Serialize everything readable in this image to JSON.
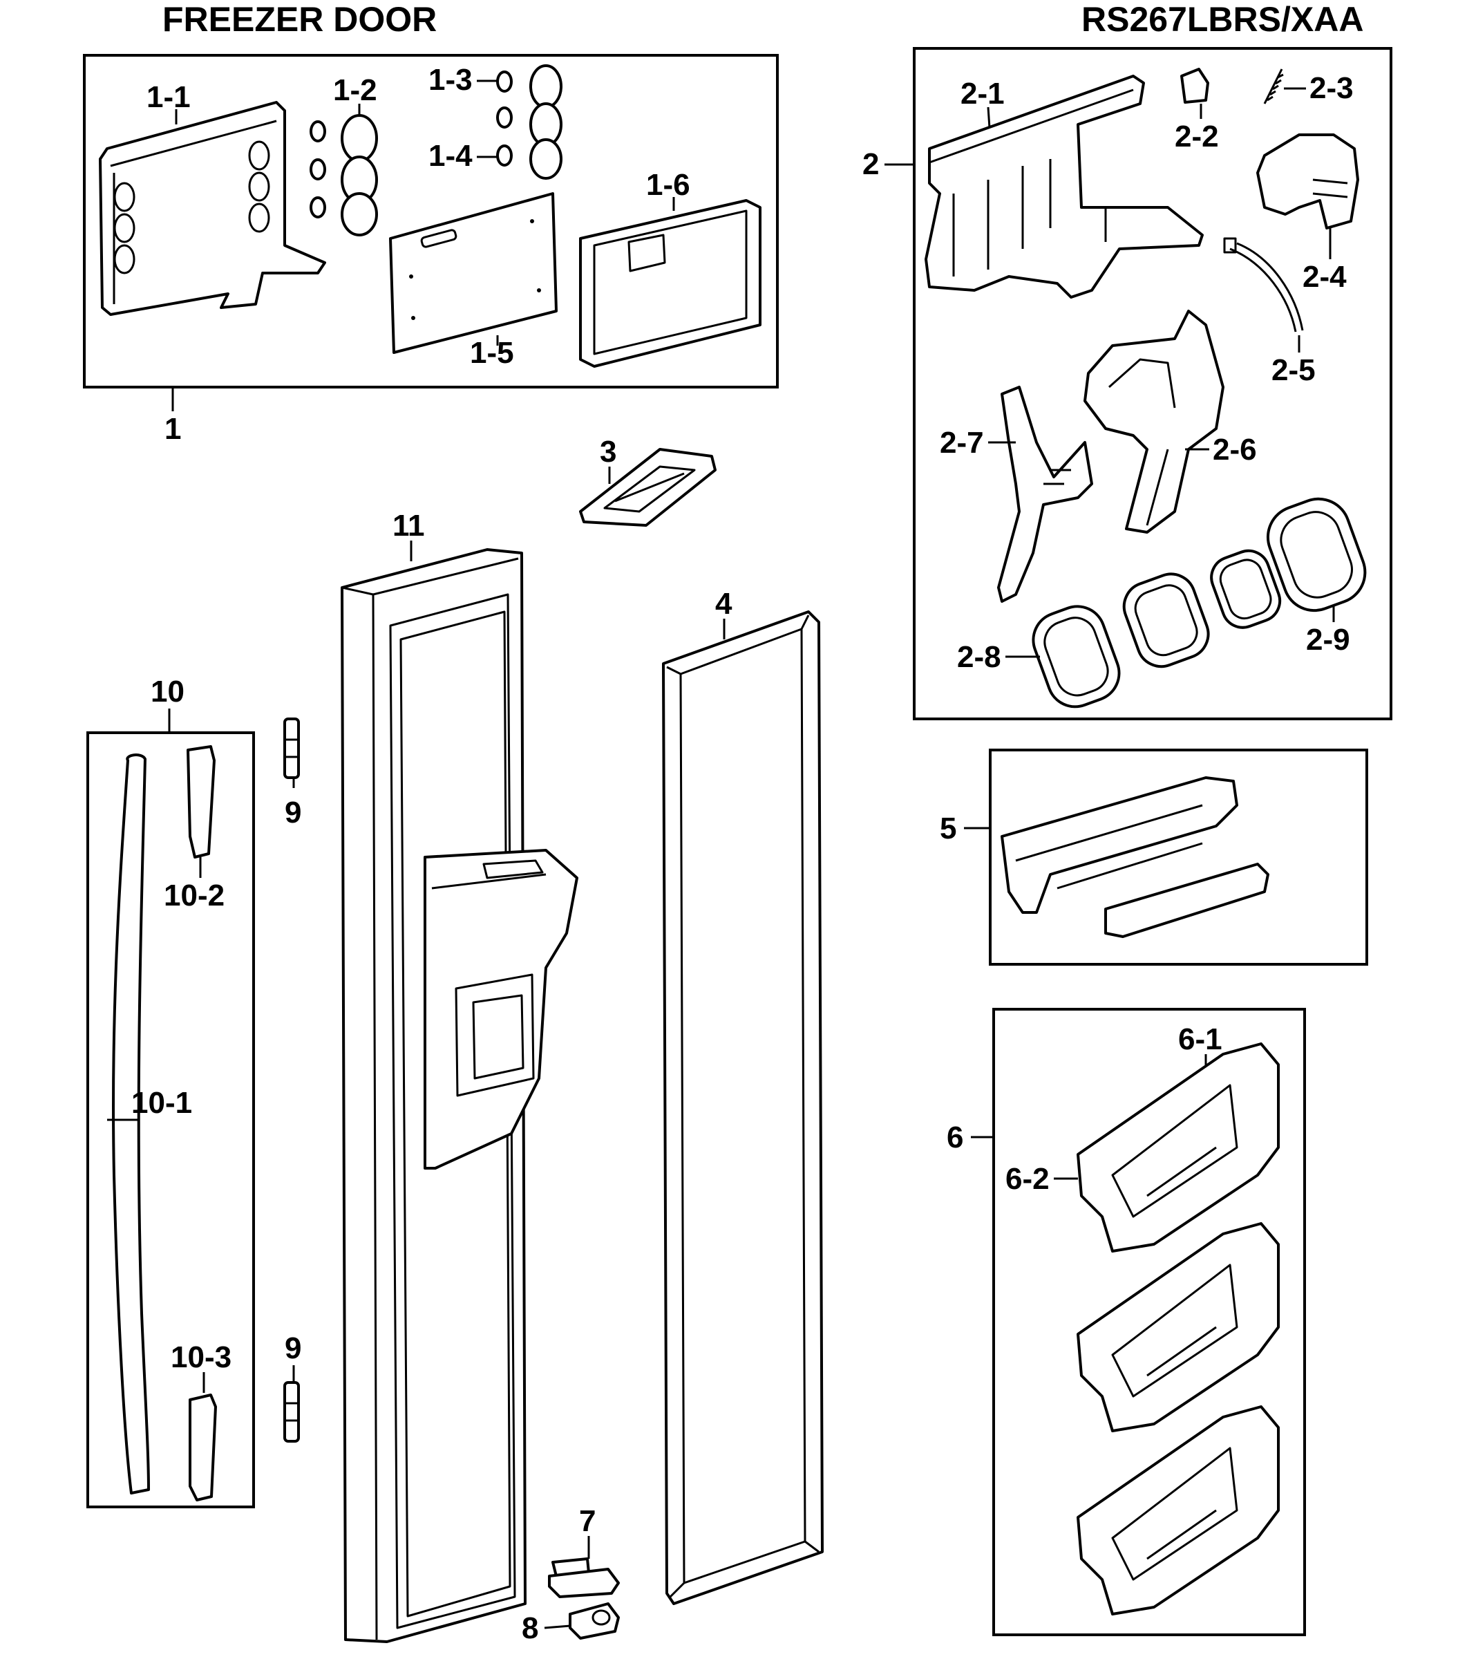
{
  "header": {
    "left_title": "FREEZER DOOR",
    "right_title": "RS267LBRS/XAA"
  },
  "callouts": {
    "c1": "1",
    "c1_1": "1-1",
    "c1_2": "1-2",
    "c1_3": "1-3",
    "c1_4": "1-4",
    "c1_5": "1-5",
    "c1_6": "1-6",
    "c2": "2",
    "c2_1": "2-1",
    "c2_2": "2-2",
    "c2_3": "2-3",
    "c2_4": "2-4",
    "c2_5": "2-5",
    "c2_6": "2-6",
    "c2_7": "2-7",
    "c2_8": "2-8",
    "c2_9": "2-9",
    "c3": "3",
    "c4": "4",
    "c5": "5",
    "c6": "6",
    "c6_1": "6-1",
    "c6_2": "6-2",
    "c7": "7",
    "c8": "8",
    "c9a": "9",
    "c9b": "9",
    "c10": "10",
    "c10_1": "10-1",
    "c10_2": "10-2",
    "c10_3": "10-3",
    "c11": "11"
  }
}
